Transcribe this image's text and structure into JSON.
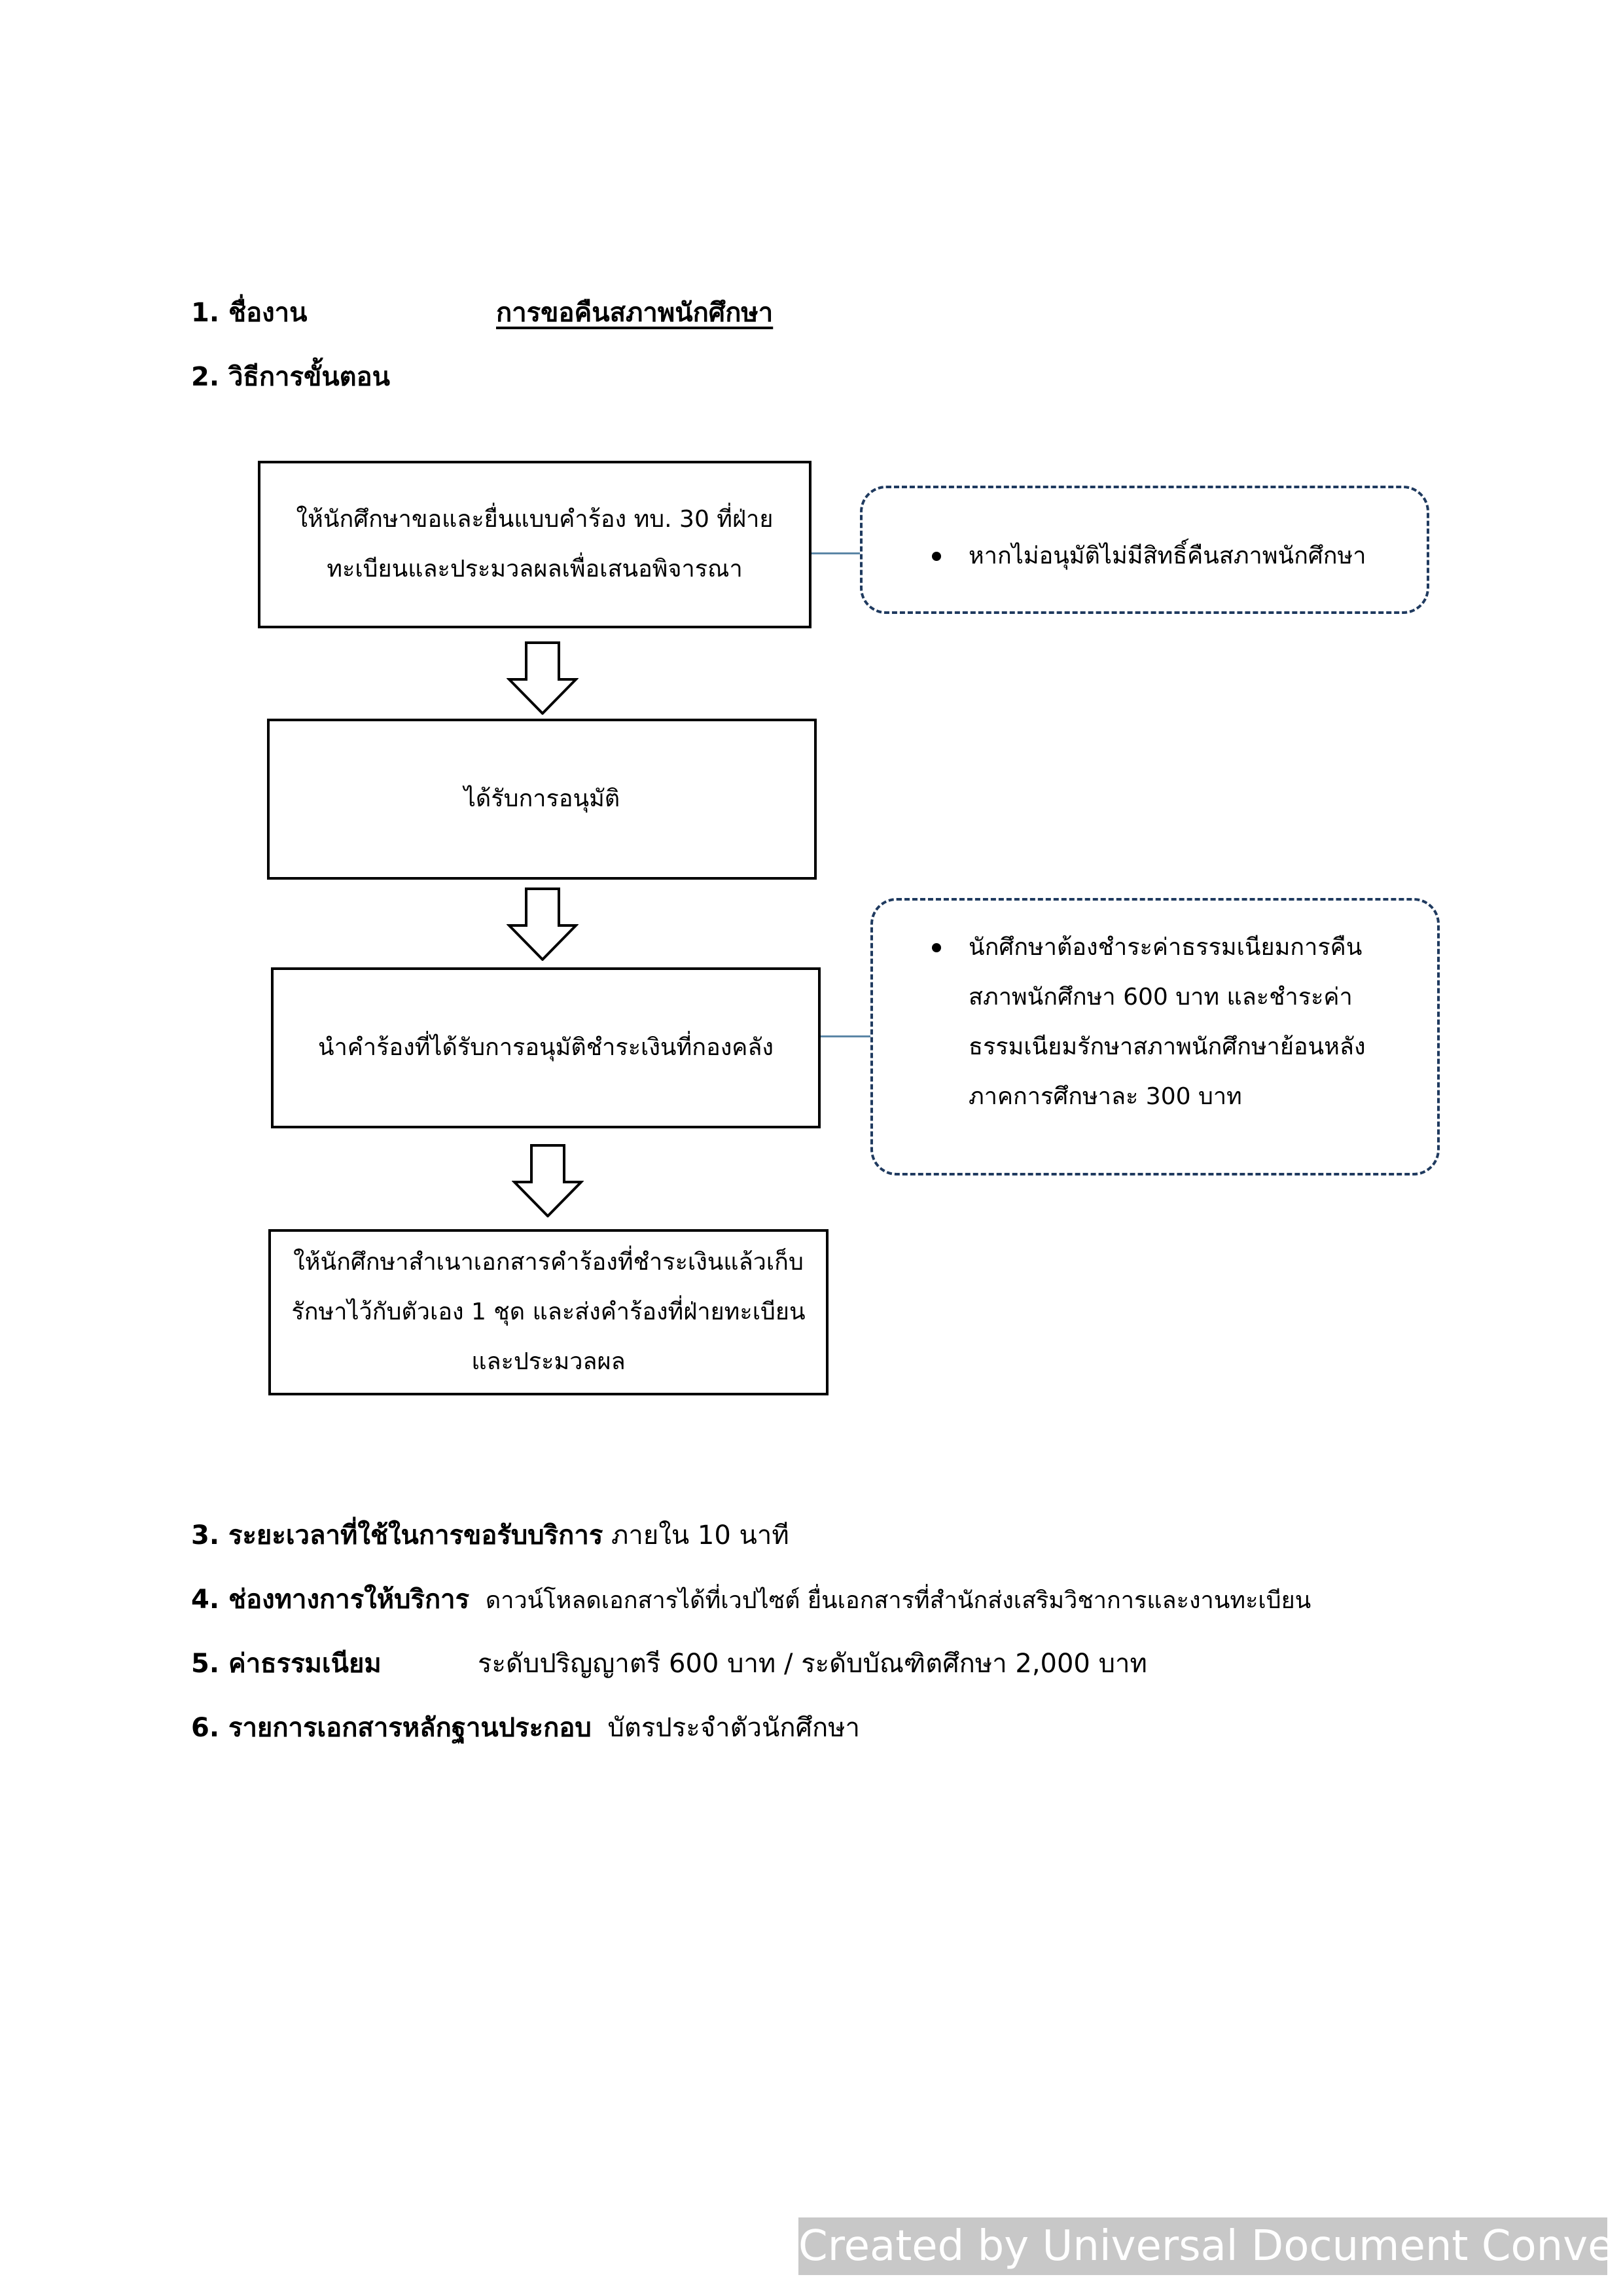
{
  "header": {
    "item1_label": "1. ชื่องาน",
    "item1_value": "การขอคืนสภาพนักศึกษา",
    "item2_label": "2. วิธีการขั้นตอน"
  },
  "flow": {
    "step1": [
      "ให้นักศึกษาขอและยื่นแบบคำร้อง ทบ. 30 ที่ฝ่าย",
      "ทะเบียนและประมวลผลเพื่อเสนอพิจารณา"
    ],
    "step2": "ได้รับการอนุมัติ",
    "step3": "นำคำร้องที่ได้รับการอนุมัติชำระเงินที่กองคลัง",
    "step4": [
      "ให้นักศึกษาสำเนาเอกสารคำร้องที่ชำระเงินแล้วเก็บ",
      "รักษาไว้กับตัวเอง 1 ชุด และส่งคำร้องที่ฝ่ายทะเบียน",
      "และประมวลผล"
    ],
    "note1": "หากไม่อนุมัติไม่มีสิทธิ์คืนสภาพนักศึกษา",
    "note2": [
      "นักศึกษาต้องชำระค่าธรรมเนียมการคืน",
      "สภาพนักศึกษา 600 บาท และชำระค่า",
      "ธรรมเนียมรักษาสภาพนักศึกษาย้อนหลัง",
      "ภาคการศึกษาละ 300 บาท"
    ]
  },
  "details": {
    "item3_label": "3. ระยะเวลาที่ใช้ในการขอรับบริการ",
    "item3_value": "ภายใน 10 นาที",
    "item4_label": "4. ช่องทางการให้บริการ",
    "item4_value": "ดาวน์โหลดเอกสารได้ที่เวปไซต์ ยื่นเอกสารที่สำนักส่งเสริมวิชาการและงานทะเบียน",
    "item5_label": "5. ค่าธรรมเนียม",
    "item5_value": "ระดับปริญญาตรี 600 บาท / ระดับบัณฑิตศึกษา 2,000 บาท",
    "item6_label": "6. รายการเอกสารหลักฐานประกอบ",
    "item6_value": "บัตรประจำตัวนักศึกษา"
  },
  "footer": "Created by Universal Document Converter"
}
